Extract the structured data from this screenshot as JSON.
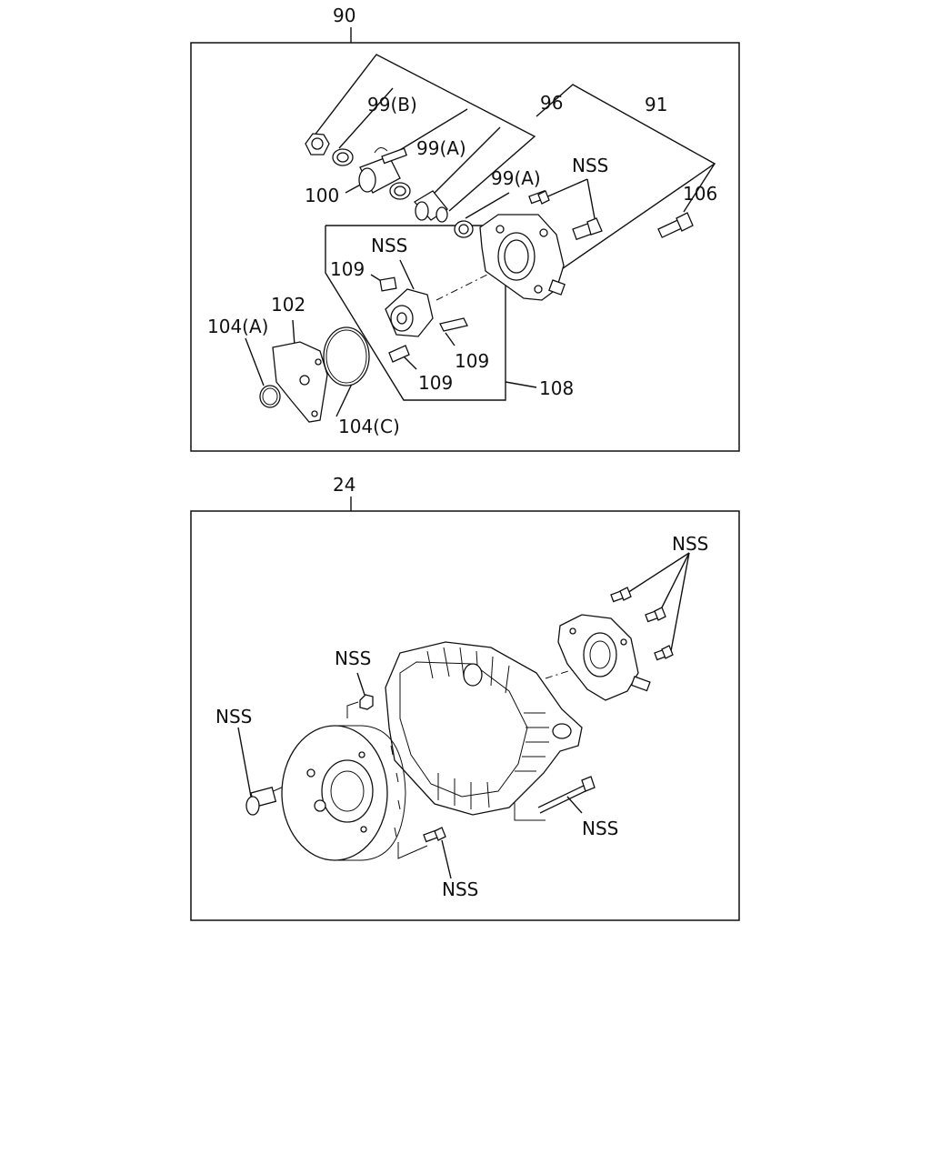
{
  "panel_top": {
    "callout": "90",
    "labels": {
      "l_99b": "99(B)",
      "l_96": "96",
      "l_91": "91",
      "l_99a_1": "99(A)",
      "l_99a_2": "99(A)",
      "l_nss_1": "NSS",
      "l_106": "106",
      "l_100": "100",
      "l_nss_2": "NSS",
      "l_109_1": "109",
      "l_102": "102",
      "l_104a": "104(A)",
      "l_109_2": "109",
      "l_109_3": "109",
      "l_108": "108",
      "l_104c": "104(C)"
    }
  },
  "panel_bottom": {
    "callout": "24",
    "labels": {
      "l_nss_a": "NSS",
      "l_nss_b": "NSS",
      "l_nss_c": "NSS",
      "l_nss_d": "NSS",
      "l_nss_e": "NSS"
    }
  }
}
